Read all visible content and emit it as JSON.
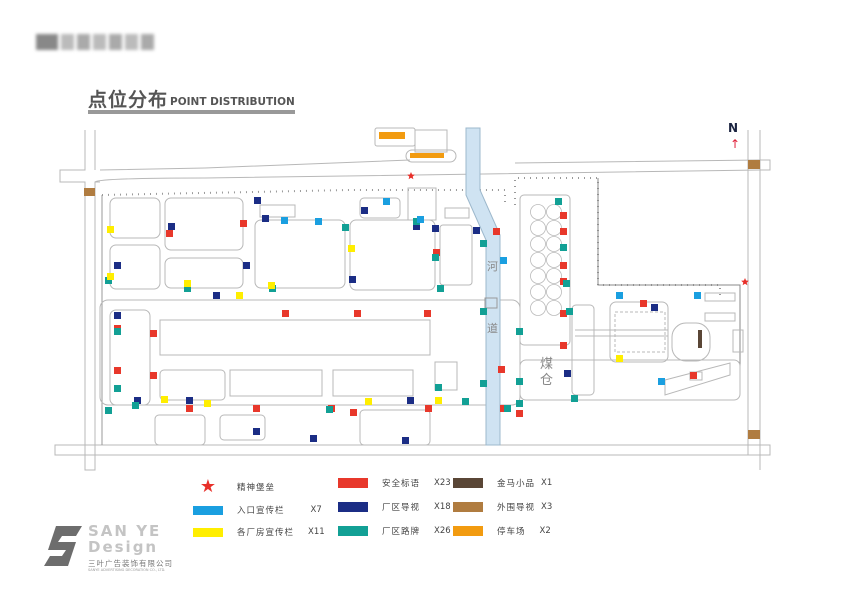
{
  "header": {
    "logo_text_blurred": "",
    "title_cn": "点位分布",
    "title_en": "POINT DISTRIBUTION"
  },
  "map": {
    "north_label": "N",
    "river_label_1": "河",
    "river_label_2": "道",
    "coal_label_1": "煤",
    "coal_label_2": "仓",
    "colors": {
      "road_stroke": "#b8b8b8",
      "river_fill": "#cfe3f2",
      "river_stroke": "#9db8cc"
    }
  },
  "legend": {
    "items": [
      {
        "key": "spirit-fortress",
        "label": "精神堡垒",
        "count": "",
        "color": "#e8302a",
        "shape": "star"
      },
      {
        "key": "entrance-board",
        "label": "入口宣传栏",
        "count": "X7",
        "color": "#1a9fe0",
        "shape": "rect"
      },
      {
        "key": "workshop-board",
        "label": "各厂房宣传栏",
        "count": "X11",
        "color": "#ffee00",
        "shape": "rect"
      },
      {
        "key": "safety-slogan",
        "label": "安全标语",
        "count": "X23",
        "color": "#e8382b",
        "shape": "rect"
      },
      {
        "key": "area-guide",
        "label": "厂区导视",
        "count": "X18",
        "color": "#1b2d85",
        "shape": "rect"
      },
      {
        "key": "area-signpost",
        "label": "厂区路牌",
        "count": "X26",
        "color": "#12a095",
        "shape": "rect"
      },
      {
        "key": "gold-horse",
        "label": "金马小品",
        "count": "X1",
        "color": "#5a4636",
        "shape": "rect"
      },
      {
        "key": "perimeter-guide",
        "label": "外围导视",
        "count": "X3",
        "color": "#b07c40",
        "shape": "rect"
      },
      {
        "key": "parking",
        "label": "停车场",
        "count": "X2",
        "color": "#f29b10",
        "shape": "rect"
      }
    ]
  },
  "brand": {
    "name_line1": "SAN YE",
    "name_line2": "Design",
    "company_cn": "三叶广告装饰有限公司",
    "company_en": "SANYE ADVERTISING DECORATION CO., LTD."
  }
}
